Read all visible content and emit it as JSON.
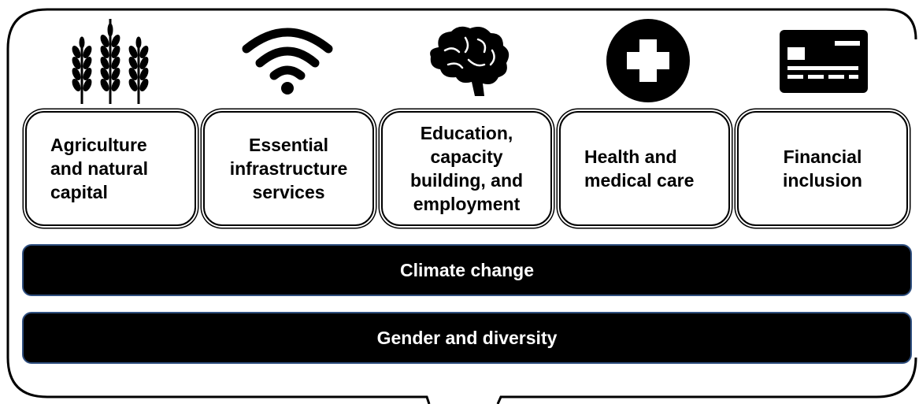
{
  "pillars": [
    {
      "label": "Agriculture\nand natural\ncapital",
      "icon": "wheat-icon"
    },
    {
      "label": "Essential\ninfrastructure\nservices",
      "icon": "wifi-icon"
    },
    {
      "label": "Education,\ncapacity\nbuilding, and\nemployment",
      "icon": "brain-icon"
    },
    {
      "label": "Health and\nmedical care",
      "icon": "medical-cross-icon"
    },
    {
      "label": "Financial\ninclusion",
      "icon": "credit-card-icon"
    }
  ],
  "bands": [
    {
      "label": "Climate change"
    },
    {
      "label": "Gender and diversity"
    }
  ],
  "colors": {
    "band_fill": "#000000",
    "band_border": "#2f4f7f",
    "box_border": "#000000"
  }
}
